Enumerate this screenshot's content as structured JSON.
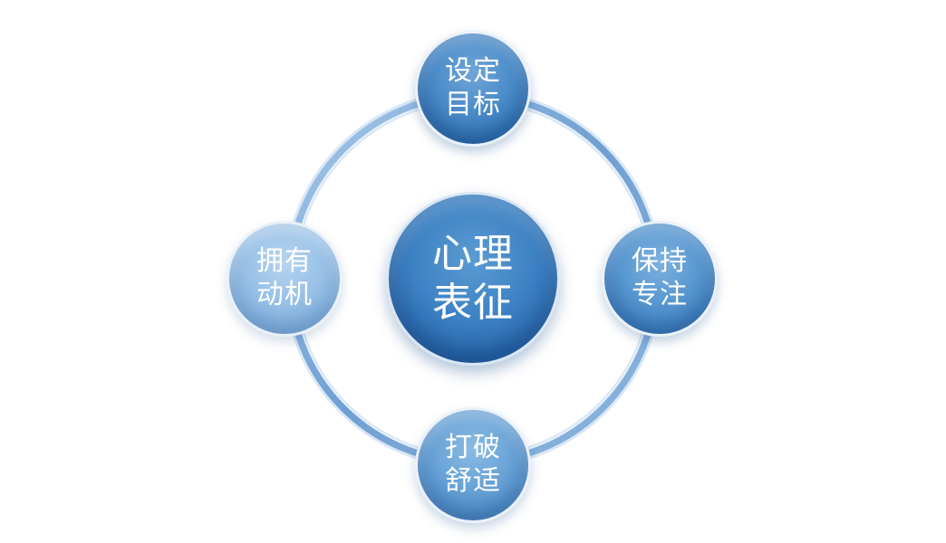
{
  "diagram": {
    "center": {
      "line1": "心理",
      "line2": "表征"
    },
    "nodes": {
      "top": {
        "line1": "设定",
        "line2": "目标"
      },
      "right": {
        "line1": "保持",
        "line2": "专注"
      },
      "bottom": {
        "line1": "打破",
        "line2": "舒适"
      },
      "left": {
        "line1": "拥有",
        "line2": "动机"
      }
    },
    "colors": {
      "ring": "#7aa9d6",
      "center": "#3d82c4",
      "top": "#4a8bc8",
      "right": "#5797d0",
      "bottom": "#68a2d6",
      "left": "#97c0e6",
      "text": "#ffffff"
    }
  }
}
